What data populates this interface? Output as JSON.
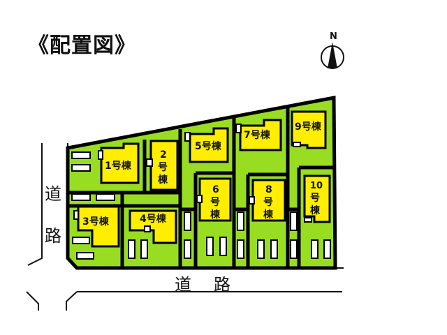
{
  "title": "《配置図》",
  "compass": {
    "label": "N"
  },
  "roads": {
    "west": {
      "chars": [
        "道",
        "路"
      ]
    },
    "south": {
      "label": "道　路"
    }
  },
  "colors": {
    "lot": "#99dd22",
    "house": "#ffee00",
    "outline": "#000000",
    "background": "#ffffff"
  },
  "buildings": [
    {
      "id": 1,
      "label": "1号棟"
    },
    {
      "id": 2,
      "label": "2号棟",
      "vertical": [
        "2",
        "号",
        "棟"
      ]
    },
    {
      "id": 3,
      "label": "3号棟"
    },
    {
      "id": 4,
      "label": "4号棟"
    },
    {
      "id": 5,
      "label": "5号棟"
    },
    {
      "id": 6,
      "label": "6号棟",
      "vertical": [
        "6",
        "号",
        "棟"
      ]
    },
    {
      "id": 7,
      "label": "7号棟"
    },
    {
      "id": 8,
      "label": "8号棟",
      "vertical": [
        "8",
        "号",
        "棟"
      ]
    },
    {
      "id": 9,
      "label": "9号棟"
    },
    {
      "id": 10,
      "label": "10号棟",
      "vertical": [
        "10",
        "号",
        "棟"
      ]
    }
  ]
}
